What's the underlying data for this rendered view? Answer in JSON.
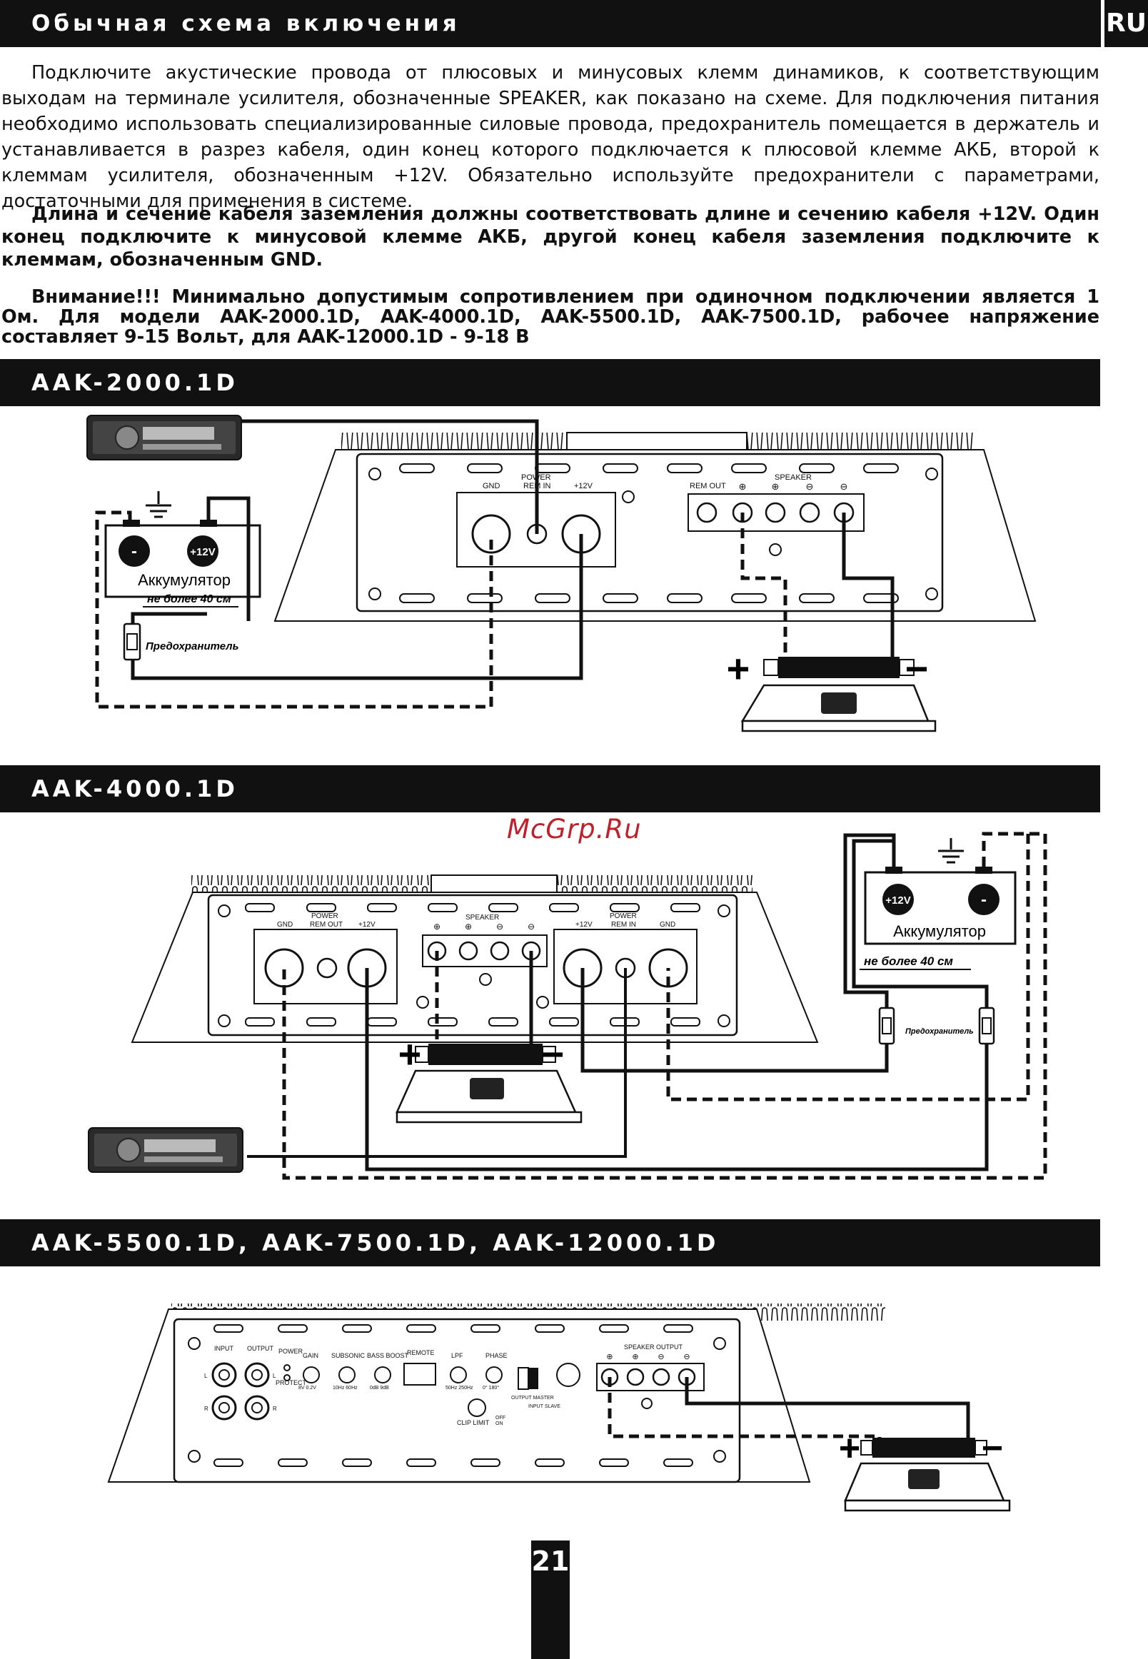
{
  "header": {
    "title": "Обычная схема включения",
    "lang": "RU"
  },
  "intro": {
    "p1": "Подключите акустические провода от плюсовых и минусовых клемм динамиков, к соответствующим выходам на терминале усилителя, обозначенные SPEAKER, как показано на схеме. Для подключения питания необходимо использовать специализированные силовые провода, предохранитель помещается в держатель и устанавливается в разрез кабеля, один конец которого подключается к плюсовой клемме АКБ, второй к клеммам усилителя, обозначенным +12V. Обязательно используйте предохранители с параметрами, достаточными для применения в системе.",
    "p2": "Длина и сечение кабеля заземления должны соответствовать длине и сечению кабеля +12V. Один конец подключите к минусовой клемме АКБ, другой конец кабеля заземления подключите к клеммам, обозначенным GND.",
    "p3": "Внимание!!! Минимально допустимым сопротивлением при одиночном подключении является 1 Ом. Для модели AAK-2000.1D, AAK-4000.1D, AAK-5500.1D, AAK-7500.1D, рабочее напряжение составляет 9-15 Вольт, для AAK-12000.1D - 9-18 В"
  },
  "sections": [
    {
      "title": "AAK-2000.1D"
    },
    {
      "title": "AAK-4000.1D"
    },
    {
      "title": "AAK-5500.1D, AAK-7500.1D, AAK-12000.1D"
    }
  ],
  "labels": {
    "battery": "Аккумулятор",
    "plus12": "+12V",
    "minus": "-",
    "max_len": "не более 40 см",
    "fuse": "Предохранитель",
    "gnd": "GND",
    "power": "POWER",
    "rem_in": "REM IN",
    "rem_out": "REM OUT",
    "power_rem_out": "REM OUT",
    "v12": "+12V",
    "speaker": "SPEAKER",
    "speaker_output": "SPEAKER OUTPUT",
    "plus_sign": "+",
    "minus_sign": "−",
    "input": "INPUT",
    "output": "OUTPUT",
    "protect": "PROTECT",
    "gain": "GAIN",
    "subsonic": "SUBSONIC",
    "bass_boost": "BASS BOOST",
    "remote": "REMOTE",
    "lpf": "LPF",
    "phase": "PHASE",
    "clip_limit": "CLIP LIMIT",
    "output_master": "OUTPUT MASTER",
    "input_slave": "INPUT SLAVE",
    "off": "OFF",
    "on": "ON",
    "gain_range": "8V   0.2V",
    "sub_range": "10Hz   60Hz",
    "bb_range": "0dB   9dB",
    "lpf_range": "50Hz  250Hz",
    "phase_range": "0°   180°"
  },
  "watermark": "McGrp.Ru",
  "page_number": "21"
}
